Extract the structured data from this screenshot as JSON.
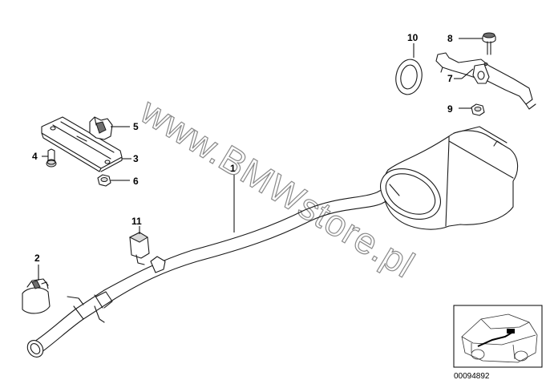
{
  "watermark": "www.BMWstore.pl",
  "diagram_id": "00094892",
  "callouts": {
    "p1": "1",
    "p2": "2",
    "p3": "3",
    "p4": "4",
    "p5": "5",
    "p6": "6",
    "p7": "7",
    "p8": "8",
    "p9": "9",
    "p10": "10",
    "p11": "11"
  }
}
